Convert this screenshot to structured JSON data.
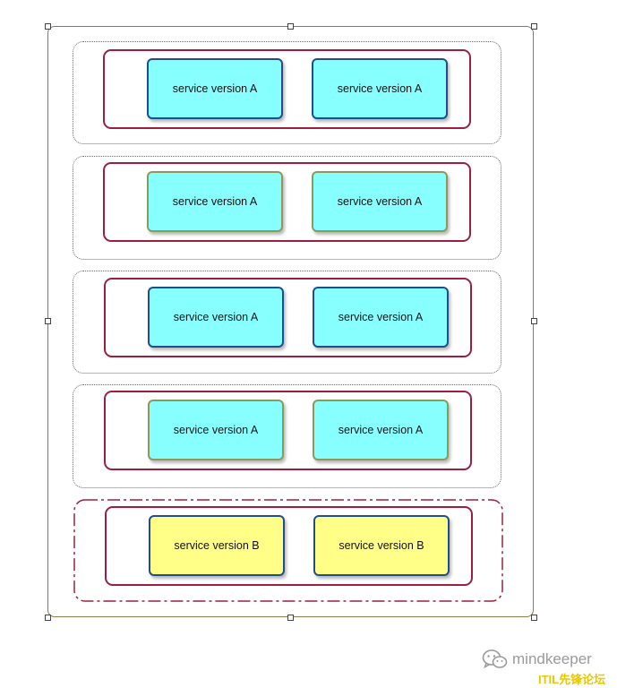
{
  "diagram": {
    "groups": [
      {
        "variant": "a",
        "inner_border": "blue",
        "left_label": "service version A",
        "right_label": "service version A",
        "fill": "#88ffff"
      },
      {
        "variant": "a",
        "inner_border": "olive",
        "left_label": "service version A",
        "right_label": "service version A",
        "fill": "#88ffff"
      },
      {
        "variant": "a",
        "inner_border": "blue",
        "left_label": "service version A",
        "right_label": "service version A",
        "fill": "#88ffff"
      },
      {
        "variant": "a",
        "inner_border": "olive",
        "left_label": "service version A",
        "right_label": "service version A",
        "fill": "#88ffff"
      },
      {
        "variant": "b",
        "inner_border": "blue",
        "left_label": "service version B",
        "right_label": "service version B",
        "fill": "#ffff88"
      }
    ],
    "colors": {
      "version_a_fill": "#88ffff",
      "version_b_fill": "#ffff88",
      "group_border": "#9b2040",
      "box_border_blue": "#1f4e8c",
      "box_border_olive": "#8a9a5b"
    }
  },
  "watermark": {
    "icon": "wechat-icon",
    "text": "mindkeeper",
    "site_text": "ITIL先锋论坛"
  }
}
